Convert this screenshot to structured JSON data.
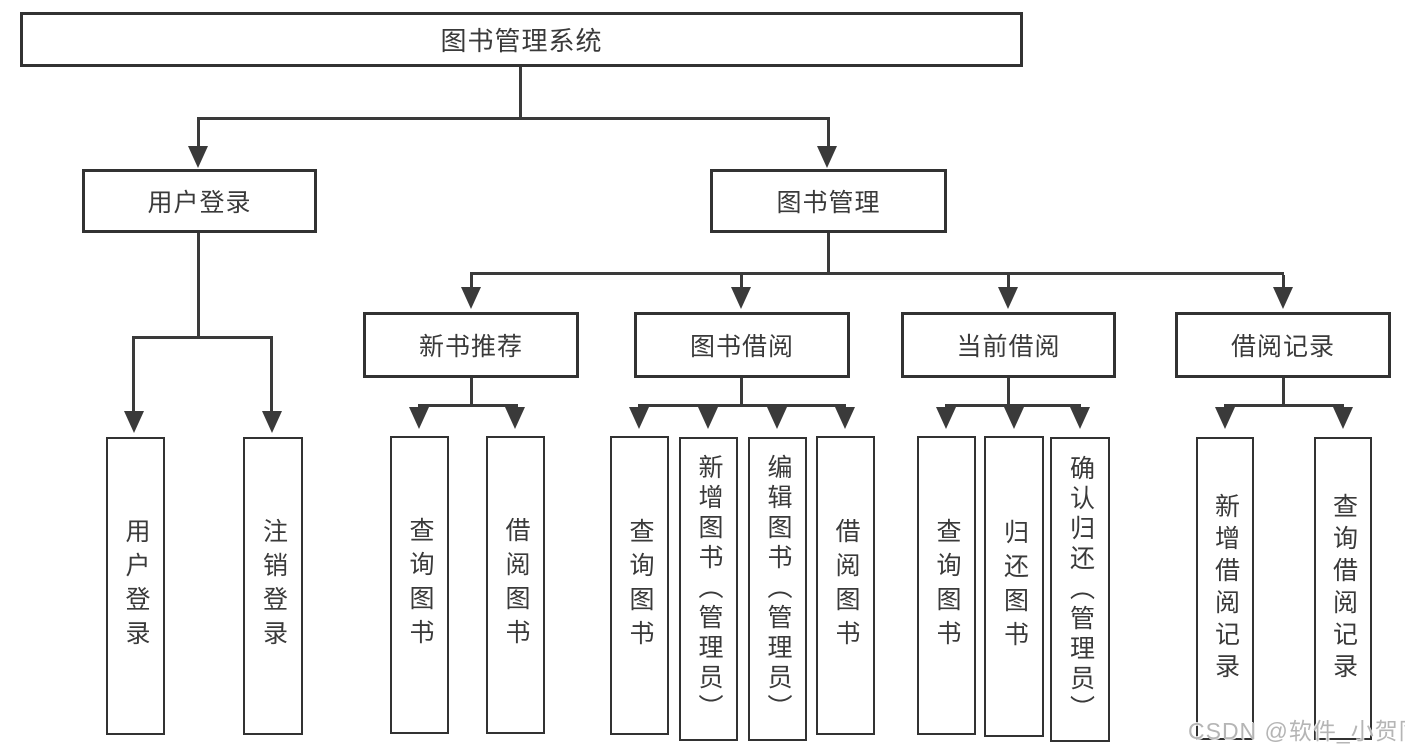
{
  "colors": {
    "line": "#3a3a3a",
    "box_border": "#323232",
    "box_fill": "#ffffff",
    "text": "#3a3a3a",
    "watermark": "#b5b5b5",
    "background": "#ffffff"
  },
  "watermark": {
    "text": "CSDN @软件_小贺同学"
  },
  "diagram": {
    "root": {
      "label": "图书管理系统"
    },
    "level2": {
      "user_login": {
        "label": "用户登录"
      },
      "book_mgmt": {
        "label": "图书管理"
      }
    },
    "level3": {
      "new_book": {
        "label": "新书推荐"
      },
      "borrow": {
        "label": "图书借阅"
      },
      "current": {
        "label": "当前借阅"
      },
      "records": {
        "label": "借阅记录"
      }
    },
    "leaves": {
      "login": {
        "label": "用户登录"
      },
      "logout": {
        "label": "注销登录"
      },
      "nb_query": {
        "label": "查询图书"
      },
      "nb_borrow": {
        "label": "借阅图书"
      },
      "bb_query": {
        "label": "查询图书"
      },
      "bb_add": {
        "label": "新增图书（管理员）"
      },
      "bb_edit": {
        "label": "编辑图书（管理员）"
      },
      "bb_borrow": {
        "label": "借阅图书"
      },
      "cb_query": {
        "label": "查询图书"
      },
      "cb_return": {
        "label": "归还图书"
      },
      "cb_confirm": {
        "label": "确认归还（管理员）"
      },
      "br_add": {
        "label": "新增借阅记录"
      },
      "br_query": {
        "label": "查询借阅记录"
      }
    }
  }
}
